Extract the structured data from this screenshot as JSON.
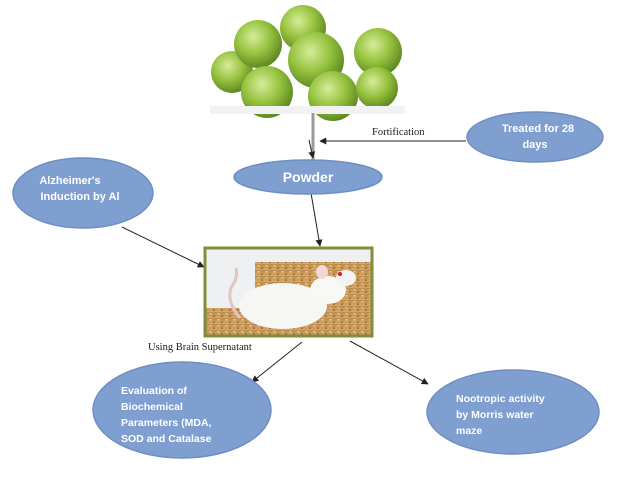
{
  "nodes": {
    "powder": "Powder",
    "treated": [
      "Treated for 28",
      "days"
    ],
    "alzheimers": [
      "Alzheimer's",
      "Induction by Al"
    ],
    "evaluation": [
      "Evaluation of",
      "Biochemical",
      "Parameters (MDA,",
      "SOD and Catalase"
    ],
    "nootropic": [
      "Nootropic activity",
      "by Morris water",
      "maze"
    ]
  },
  "labels": {
    "fortification": "Fortification",
    "brain_supernatant": "Using Brain Supernatant"
  },
  "colors": {
    "ellipse_fill": "#7f9fd0",
    "ellipse_stroke": "#6e8ec4",
    "arrow": "#222222",
    "fruit_green": "#8fbf3a",
    "bedding": "#c89a58"
  },
  "images": {
    "fruits": "amla-fruit-photo",
    "rat": "white-rat-photo"
  }
}
